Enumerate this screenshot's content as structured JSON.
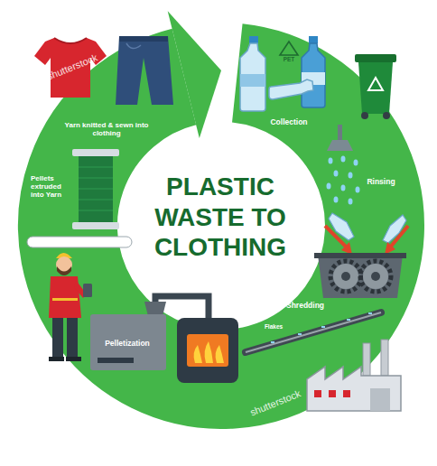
{
  "diagram": {
    "title": "PLASTIC WASTE TO CLOTHING",
    "labels": [
      "PET",
      "Collection",
      "Rinsing",
      "Shredding",
      "Flakes",
      "Pelletization",
      "Pellets extruded into Yarn",
      "Yarn knitted & sewn into clothing",
      "shutterstock",
      "shutterstock"
    ]
  }
}
